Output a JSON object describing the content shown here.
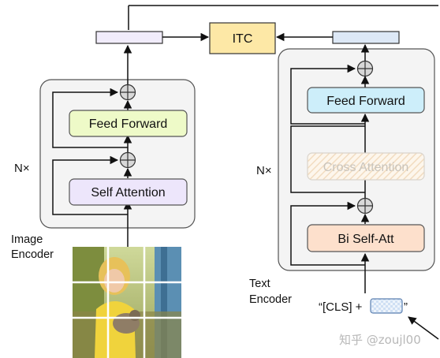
{
  "itc": {
    "label": "ITC"
  },
  "image_encoder": {
    "repeat": "N×",
    "feed_forward": "Feed Forward",
    "self_attention": "Self Attention",
    "name_line1": "Image",
    "name_line2": "Encoder"
  },
  "text_encoder": {
    "repeat": "N×",
    "feed_forward": "Feed Forward",
    "cross_attention": "Cross Attention",
    "bi_self_att": "Bi Self-Att",
    "name_line1": "Text",
    "name_line2": "Encoder",
    "input_prefix": "“[CLS] + ",
    "input_suffix": "”"
  },
  "watermark": "知乎 @zoujl00",
  "colors": {
    "itc_fill": "#fde8a6",
    "img_ff_fill": "#eefac8",
    "self_att_fill": "#ede6fb",
    "txt_ff_fill": "#cdeefa",
    "bi_att_fill": "#fde0cc",
    "encoder_bg": "#f4f4f4",
    "img_bar_fill": "#f1ecfb",
    "txt_bar_fill": "#dde8f6"
  }
}
